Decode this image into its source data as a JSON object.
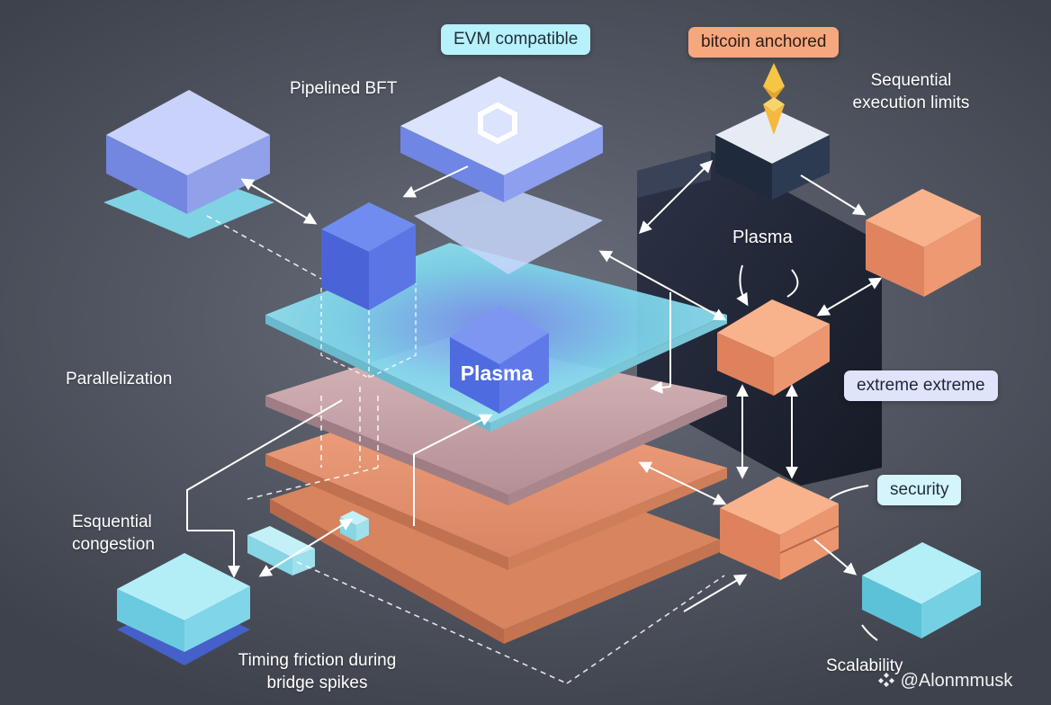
{
  "labels": {
    "evm_compatible": "EVM compatible",
    "bitcoin_anchored": "bitcoin anchored",
    "pipelined_bft": "Pipelined BFT",
    "sequential_execution_line1": "Sequential",
    "sequential_execution_line2": "execution limits",
    "plasma_top": "Plasma",
    "plasma_center": "Plasma",
    "parallelization": "Parallelization",
    "extreme_extreme": "extreme extreme",
    "security": "security",
    "esquential_line1": "Esquential",
    "esquential_line2": "congestion",
    "timing_line1": "Timing friction during",
    "timing_line2": "bridge spikes",
    "scalability": "Scalability"
  },
  "watermark": "@Alonmmusk",
  "colors": {
    "cyan_plane": "#8ee6f0",
    "blue_cube": "#5b7be8",
    "orange_cube": "#f3a07a",
    "lavender_cube": "#c9d2fb",
    "dark_block": "#22283a",
    "arrow": "#ffffff"
  },
  "icons": {
    "hexagon": "hexagon-icon",
    "bitcoin_diamond": "diamond-icon",
    "watermark_logo": "logo-icon"
  }
}
